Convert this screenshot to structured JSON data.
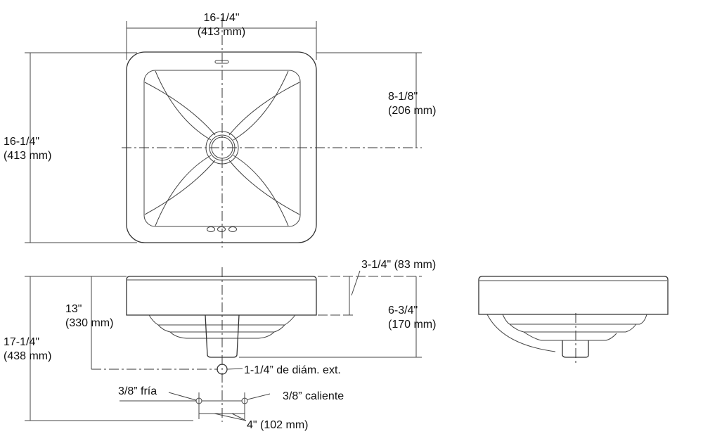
{
  "top_view": {
    "width_in": "16-1/4\"",
    "width_mm": "(413 mm)",
    "depth_in": "16-1/4\"",
    "depth_mm": "(413 mm)",
    "drain_offset_in": "8-1/8\"",
    "drain_offset_mm": "(206 mm)"
  },
  "front_view": {
    "rim_height": "3-1/4\" (83 mm)",
    "drain_height_in": "13\"",
    "drain_height_mm": "(330 mm)",
    "overall_height_in": "17-1/4\"",
    "overall_height_mm": "(438 mm)",
    "depth_in": "6-3/4\"",
    "depth_mm": "(170 mm)",
    "drain_label": "1-1/4” de diám. ext.",
    "cold_label": "3/8” fría",
    "hot_label": "3/8” caliente",
    "supply_spacing": "4\" (102 mm)"
  }
}
